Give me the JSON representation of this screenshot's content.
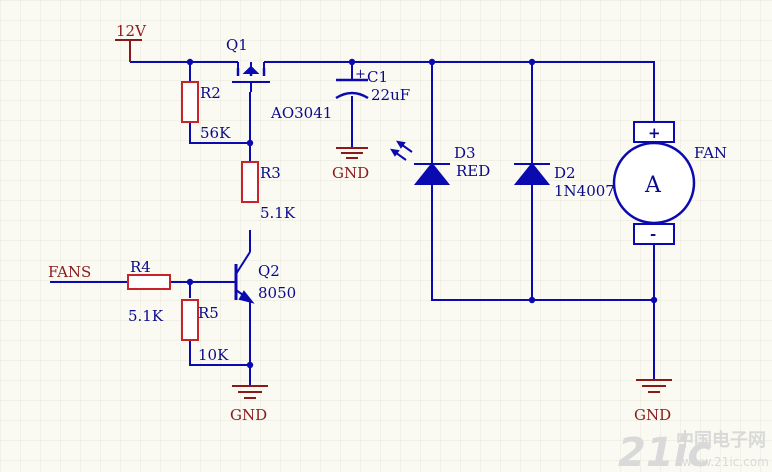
{
  "nets": {
    "vcc": "12V",
    "gnd_left": "GND",
    "gnd_cap": "GND",
    "gnd_right": "GND",
    "fans": "FANS"
  },
  "components": {
    "q1": {
      "ref": "Q1",
      "value": "AO3041"
    },
    "q2": {
      "ref": "Q2",
      "value": "8050"
    },
    "r2": {
      "ref": "R2",
      "value": "56K"
    },
    "r3": {
      "ref": "R3",
      "value": "5.1K"
    },
    "r4": {
      "ref": "R4",
      "value": "5.1K"
    },
    "r5": {
      "ref": "R5",
      "value": "10K"
    },
    "c1": {
      "ref": "C1",
      "value": "22uF"
    },
    "d3": {
      "ref": "D3",
      "value": "RED"
    },
    "d2": {
      "ref": "D2",
      "value": "1N4007"
    },
    "fan": {
      "ref": "FAN",
      "symbol": "A",
      "plus": "+",
      "minus": "-"
    }
  },
  "watermark": {
    "brand": "21ic",
    "cn": "中国电子网",
    "url": "www.21ic.com"
  },
  "colors": {
    "wire": "#0a0ab0",
    "part": "#0a0ab0",
    "body": "#c6232b",
    "net": "#8a1a1a",
    "grid": "#e6e6dc"
  }
}
